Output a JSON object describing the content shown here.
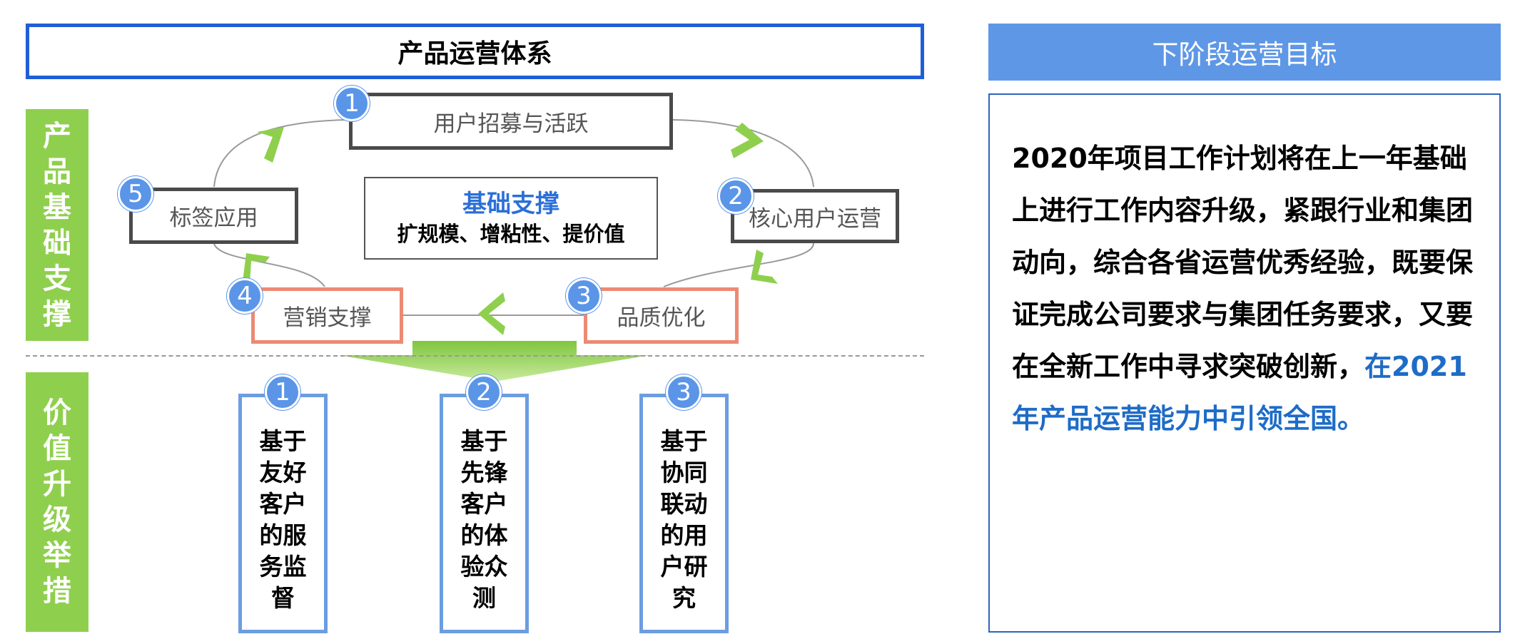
{
  "left_title": "产品运营体系",
  "vertical_labels": {
    "top": [
      "产",
      "品",
      "基",
      "础",
      "支",
      "撑"
    ],
    "bottom": [
      "价",
      "值",
      "升",
      "级",
      "举",
      "措"
    ]
  },
  "cycle": [
    {
      "num": "1",
      "label": "用户招募与活跃"
    },
    {
      "num": "2",
      "label": "核心用户运营"
    },
    {
      "num": "3",
      "label": "品质优化"
    },
    {
      "num": "4",
      "label": "营销支撑"
    },
    {
      "num": "5",
      "label": "标签应用"
    }
  ],
  "center": {
    "title": "基础支撑",
    "subtitle": "扩规模、增粘性、提价值"
  },
  "measures": [
    {
      "num": "1",
      "text": "基于友好客户的服务监督"
    },
    {
      "num": "2",
      "text": "基于先锋客户的体验众测"
    },
    {
      "num": "3",
      "text": "基于协同联动的用户研究"
    }
  ],
  "right": {
    "header": "下阶段运营目标",
    "text_main": "2020年项目工作计划将在上一年基础上进行工作内容升级，紧跟行业和集团动向，综合各省运营优秀经验，既要保证完成公司要求与集团任务要求，又要在全新工作中寻求突破创新，",
    "text_highlight": "在2021年产品运营能力中引领全国。"
  },
  "colors": {
    "title_border": "#1f5fd6",
    "green": "#8fcf4e",
    "number_circle": "#5a95e8",
    "salmon": "#ec8a73",
    "column_border": "#6c9de0",
    "right_header": "#5e97e6",
    "highlight": "#1e6cc7"
  }
}
